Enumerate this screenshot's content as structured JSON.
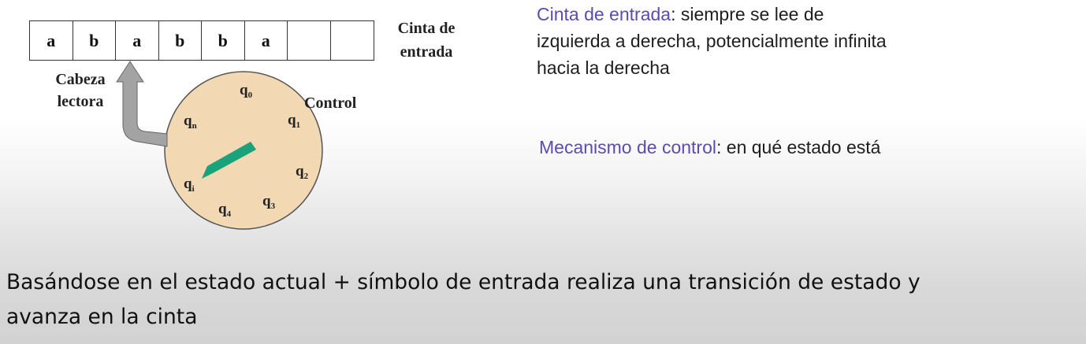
{
  "tape": {
    "cells": [
      "a",
      "b",
      "a",
      "b",
      "b",
      "a",
      "",
      ""
    ],
    "label_line1": "Cinta de",
    "label_line2": "entrada"
  },
  "head_label": {
    "line1": "Cabeza",
    "line2": "lectora"
  },
  "control_label": "Control",
  "states": {
    "q0": {
      "letter": "q",
      "sub": "0"
    },
    "q1": {
      "letter": "q",
      "sub": "1"
    },
    "q2": {
      "letter": "q",
      "sub": "2"
    },
    "q3": {
      "letter": "q",
      "sub": "3"
    },
    "q4": {
      "letter": "q",
      "sub": "4"
    },
    "qi": {
      "letter": "q",
      "sub": "i"
    },
    "qn": {
      "letter": "q",
      "sub": "n"
    }
  },
  "descriptions": {
    "tape_title": "Cinta de entrada",
    "tape_text_1": ": siempre se lee de",
    "tape_text_2": "izquierda a derecha, potencialmente infinita",
    "tape_text_3": "hacia la derecha",
    "control_title": "Mecanismo de control",
    "control_text": ": en qué estado está"
  },
  "bottom": {
    "line1": "Basándose en el estado actual + símbolo de entrada realiza una transición de estado y",
    "line2": "avanza en la cinta"
  },
  "colors": {
    "dial_fill": "#f2d9b4",
    "needle": "#1aa37a",
    "arrow": "#a3a3a3",
    "highlight_text": "#5b4bb3"
  }
}
